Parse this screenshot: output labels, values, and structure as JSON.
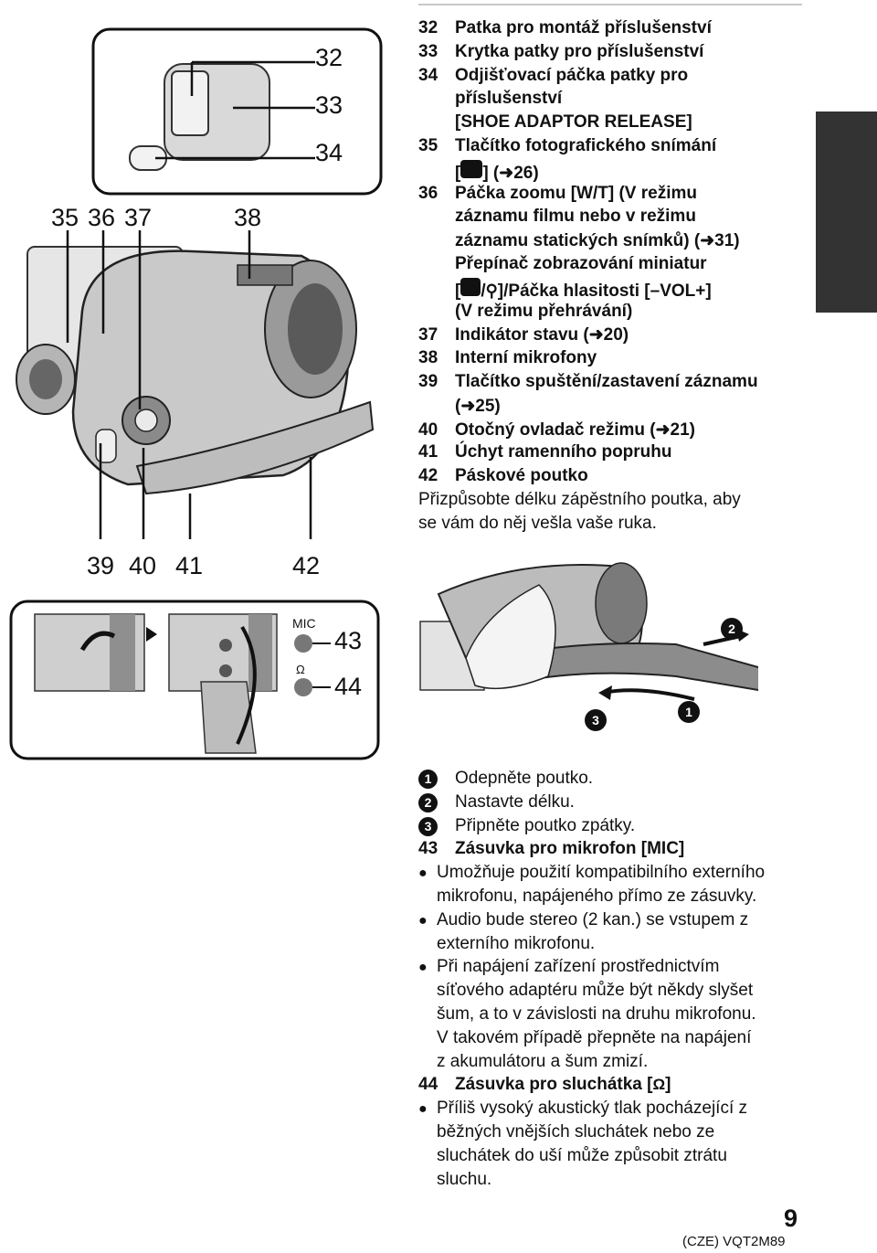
{
  "figure_callouts": {
    "c32": "32",
    "c33": "33",
    "c34": "34",
    "c35": "35",
    "c36": "36",
    "c37": "37",
    "c38": "38",
    "c39": "39",
    "c40": "40",
    "c41": "41",
    "c42": "42",
    "c43": "43",
    "c44": "44",
    "mic_label": "MIC",
    "step1": "1",
    "step2": "2",
    "step3": "3"
  },
  "items_top": [
    {
      "num": "32",
      "text": "Patka pro montáž příslušenství"
    },
    {
      "num": "33",
      "text": "Krytka patky pro příslušenství"
    },
    {
      "num": "34",
      "text": "Odjišťovací páčka patky pro"
    },
    {
      "text": "příslušenství"
    },
    {
      "text": "[SHOE ADAPTOR RELEASE]"
    },
    {
      "num": "35",
      "text": "Tlačítko fotografického snímání"
    },
    {
      "pre": "[ ",
      "post": " ] (",
      "arrow": "➜",
      "ref": " 26)"
    },
    {
      "num": "36",
      "text": "Páčka zoomu [W/T] (V režimu"
    },
    {
      "text": "záznamu filmu nebo v režimu"
    },
    {
      "text": "záznamu statických snímků) (",
      "arrow": "➜",
      "ref": " 31)"
    },
    {
      "text": "Přepínač zobrazování miniatur"
    },
    {
      "pre": "[ ",
      "sep": " /",
      "post": " ]/Páčka hlasitosti [–VOL+]"
    },
    {
      "text": "(V režimu přehrávání)"
    },
    {
      "num": "37",
      "text": "Indikátor stavu (",
      "arrow": "➜",
      "ref": " 20)"
    },
    {
      "num": "38",
      "text": "Interní mikrofony"
    },
    {
      "num": "39",
      "text": "Tlačítko spuštění/zastavení záznamu"
    },
    {
      "text": "(",
      "arrow": "➜",
      "ref": " 25)"
    },
    {
      "num": "40",
      "text": "Otočný ovladač režimu (",
      "arrow": "➜",
      "ref": " 21)"
    },
    {
      "num": "41",
      "text": "Úchyt ramenního popruhu"
    },
    {
      "num": "42",
      "text": "Páskové poutko"
    },
    {
      "text": "Přizpůsobte délku zápěstního poutka, aby"
    },
    {
      "text": "se vám do něj vešla vaše ruka."
    }
  ],
  "steps": [
    {
      "n": "1",
      "text": "Odepněte poutko."
    },
    {
      "n": "2",
      "text": "Nastavte délku."
    },
    {
      "n": "3",
      "text": "Připněte poutko zpátky."
    }
  ],
  "item43": {
    "num": "43",
    "title": "Zásuvka pro mikrofon [MIC]",
    "bullets": [
      [
        "Umožňuje použití kompatibilního externího",
        "mikrofonu, napájeného přímo ze zásuvky."
      ],
      [
        "Audio bude stereo (2 kan.) se vstupem z",
        "externího mikrofonu."
      ],
      [
        "Při napájení zařízení prostřednictvím",
        "síťového adaptéru může být někdy slyšet",
        "šum, a to v závislosti na druhu mikrofonu.",
        "V takovém případě přepněte na napájení",
        "z akumulátoru a šum zmizí."
      ]
    ]
  },
  "item44": {
    "num": "44",
    "title_pre": "Zásuvka pro sluchátka [",
    "title_post": "]",
    "bullets": [
      [
        "Příliš vysoký akustický tlak pocházející z",
        "běžných vnějších sluchátek nebo ze",
        "sluchátek do uší může způsobit ztrátu",
        "sluchu."
      ]
    ]
  },
  "footer": {
    "page": "9",
    "model": "(CZE) VQT2M89"
  }
}
